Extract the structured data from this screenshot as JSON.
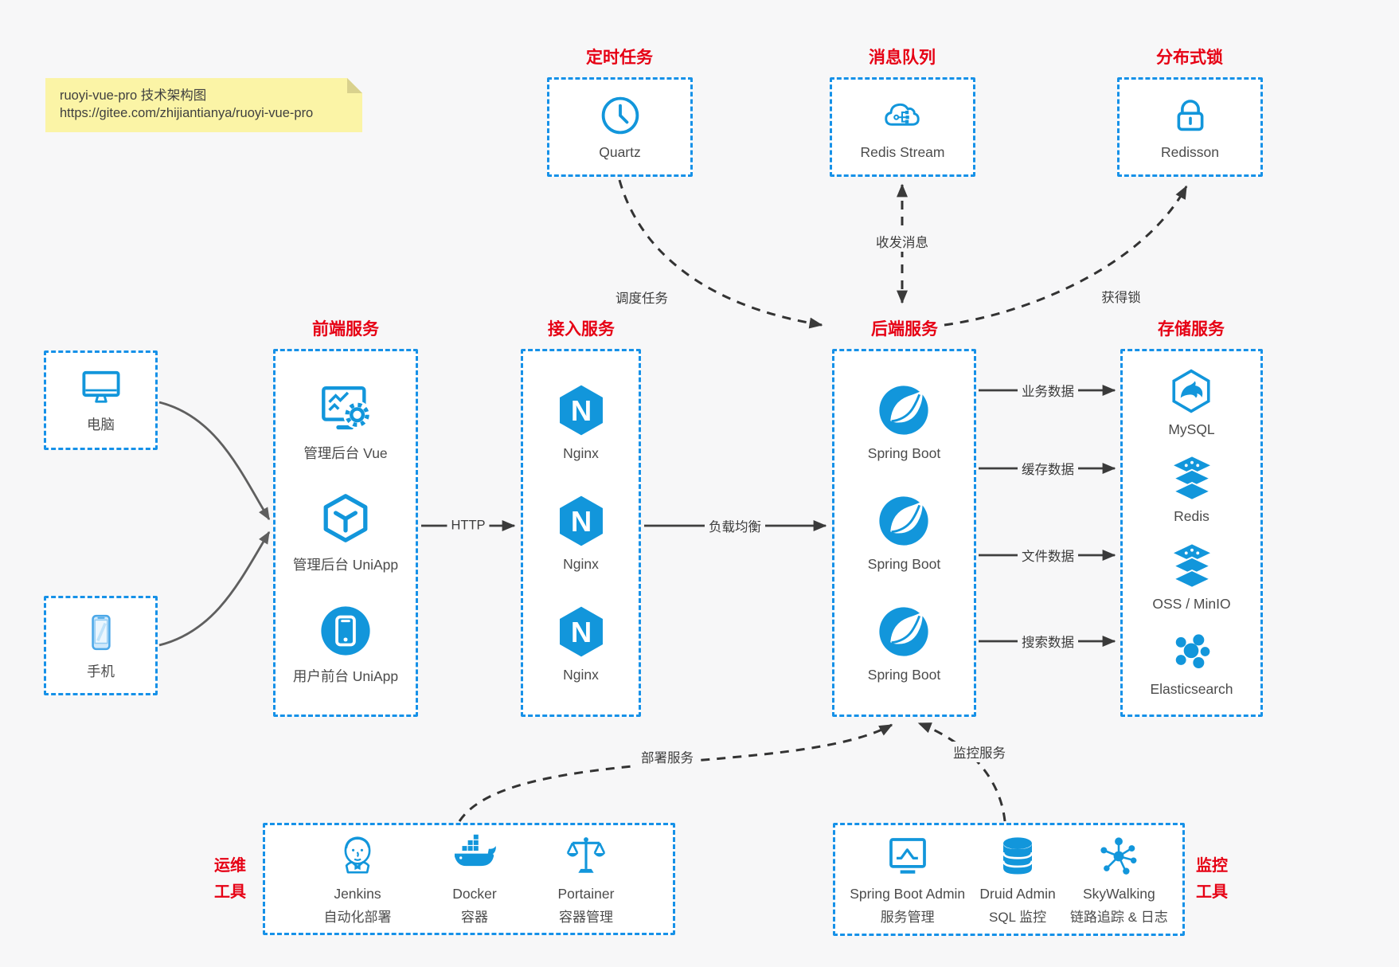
{
  "colors": {
    "accent_blue": "#1296db",
    "border_blue": "#1691e8",
    "title_red": "#e60014",
    "note_bg": "#fbf4a6"
  },
  "note": {
    "line1": "ruoyi-vue-pro 技术架构图",
    "line2": "https://gitee.com/zhijiantianya/ruoyi-vue-pro"
  },
  "groups": {
    "scheduler": {
      "title": "定时任务",
      "items": [
        {
          "icon": "clock-icon",
          "label": "Quartz"
        }
      ]
    },
    "mq": {
      "title": "消息队列",
      "items": [
        {
          "icon": "cloud-stream-icon",
          "label": "Redis Stream"
        }
      ]
    },
    "lock": {
      "title": "分布式锁",
      "items": [
        {
          "icon": "lock-icon",
          "label": "Redisson"
        }
      ]
    },
    "clients": {
      "items": [
        {
          "icon": "desktop-icon",
          "label": "电脑"
        },
        {
          "icon": "smartphone-icon",
          "label": "手机"
        }
      ]
    },
    "frontend": {
      "title": "前端服务",
      "items": [
        {
          "icon": "admin-monitor-gear-icon",
          "label": "管理后台 Vue"
        },
        {
          "icon": "uniapp-cube-icon",
          "label": "管理后台 UniApp"
        },
        {
          "icon": "user-app-icon",
          "label": "用户前台 UniApp"
        }
      ]
    },
    "gateway": {
      "title": "接入服务",
      "items": [
        {
          "icon": "nginx-icon",
          "label": "Nginx"
        },
        {
          "icon": "nginx-icon",
          "label": "Nginx"
        },
        {
          "icon": "nginx-icon",
          "label": "Nginx"
        }
      ]
    },
    "backend": {
      "title": "后端服务",
      "items": [
        {
          "icon": "spring-boot-icon",
          "label": "Spring Boot"
        },
        {
          "icon": "spring-boot-icon",
          "label": "Spring Boot"
        },
        {
          "icon": "spring-boot-icon",
          "label": "Spring Boot"
        }
      ]
    },
    "storage": {
      "title": "存储服务",
      "items": [
        {
          "icon": "mysql-icon",
          "label": "MySQL"
        },
        {
          "icon": "redis-stack-icon",
          "label": "Redis"
        },
        {
          "icon": "oss-stack-icon",
          "label": "OSS / MinIO"
        },
        {
          "icon": "elasticsearch-icon",
          "label": "Elasticsearch"
        }
      ]
    },
    "ops": {
      "side_title_line1": "运维",
      "side_title_line2": "工具",
      "items": [
        {
          "icon": "jenkins-icon",
          "label": "Jenkins",
          "sublabel": "自动化部署"
        },
        {
          "icon": "docker-icon",
          "label": "Docker",
          "sublabel": "容器"
        },
        {
          "icon": "portainer-icon",
          "label": "Portainer",
          "sublabel": "容器管理"
        }
      ]
    },
    "monitoring": {
      "side_title_line1": "监控",
      "side_title_line2": "工具",
      "items": [
        {
          "icon": "spring-boot-admin-icon",
          "label": "Spring Boot Admin",
          "sublabel": "服务管理"
        },
        {
          "icon": "druid-icon",
          "label": "Druid Admin",
          "sublabel": "SQL 监控"
        },
        {
          "icon": "skywalking-icon",
          "label": "SkyWalking",
          "sublabel": "链路追踪 & 日志"
        }
      ]
    }
  },
  "edges": {
    "http": "HTTP",
    "load_balance": "负载均衡",
    "schedule_task": "调度任务",
    "send_receive": "收发消息",
    "acquire_lock": "获得锁",
    "business_data": "业务数据",
    "cache_data": "缓存数据",
    "file_data": "文件数据",
    "search_data": "搜索数据",
    "deploy": "部署服务",
    "monitor": "监控服务"
  }
}
